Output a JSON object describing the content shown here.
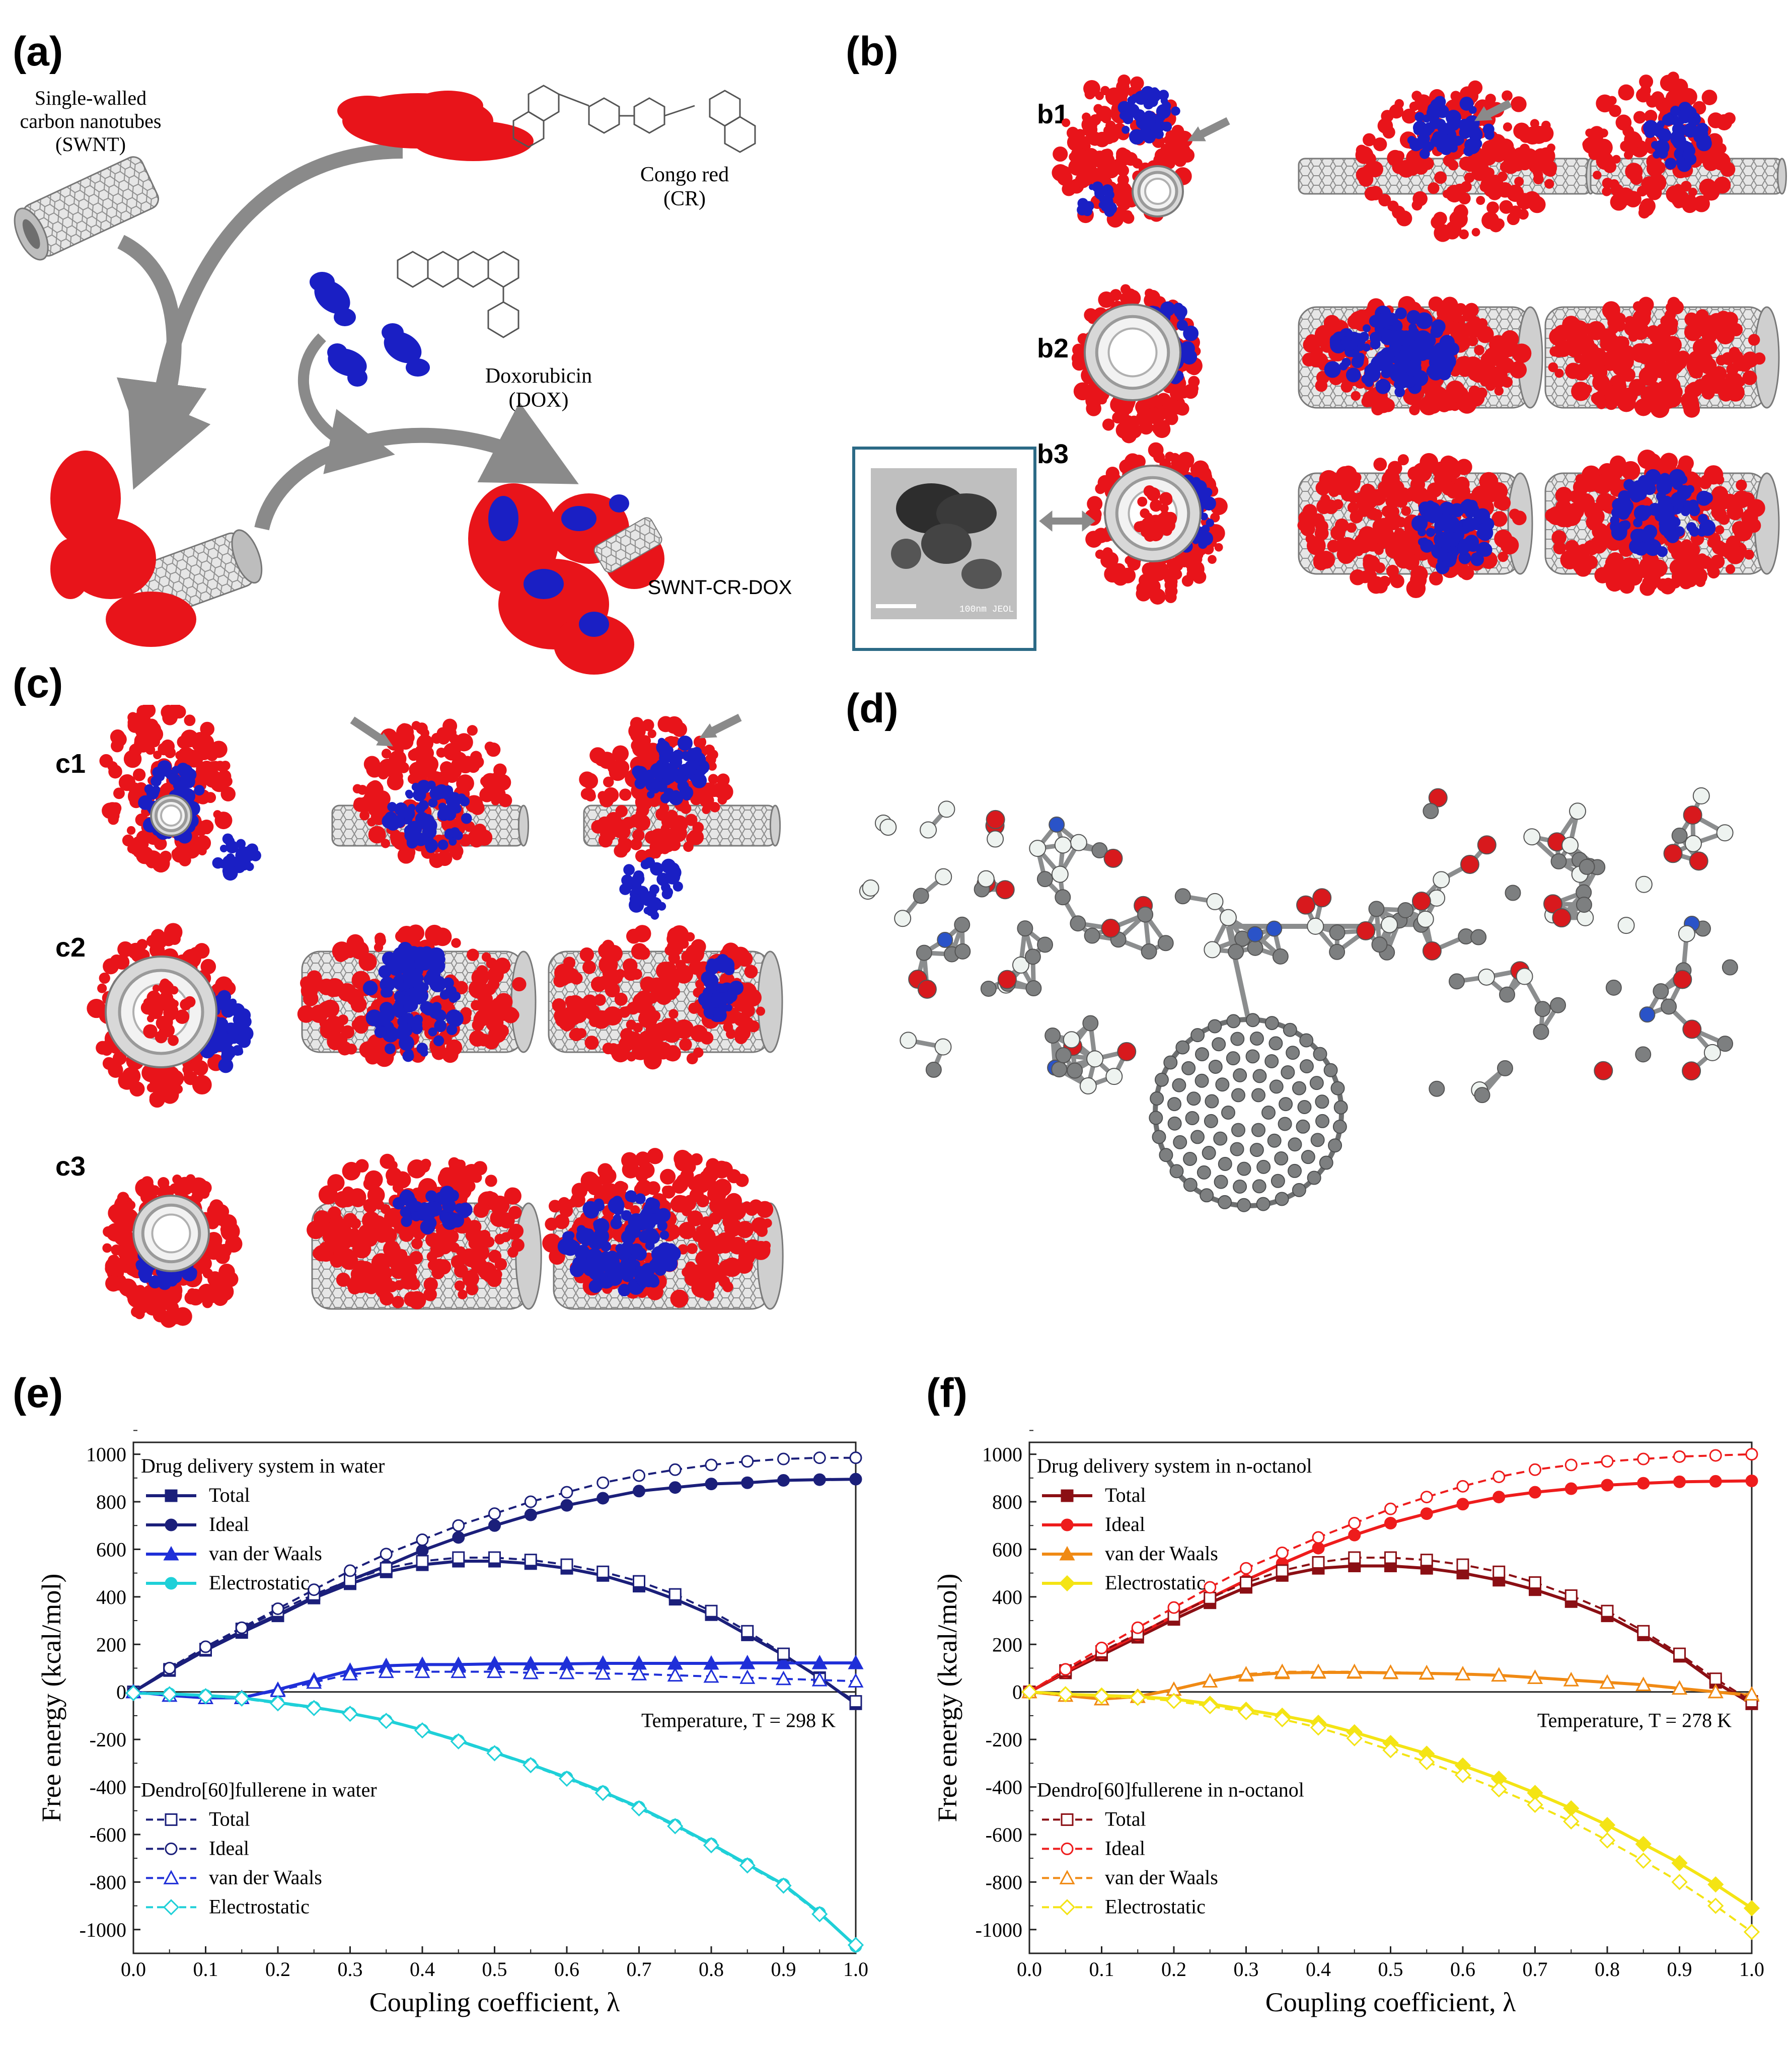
{
  "panels": {
    "a": {
      "label": "(a)",
      "swnt_label": [
        "Single-walled",
        "carbon nanotubes",
        "(SWNT)"
      ],
      "cr_label": [
        "Congo red",
        "(CR)"
      ],
      "dox_label": [
        "Doxorubicin",
        "(DOX)"
      ],
      "product_label": "SWNT-CR-DOX"
    },
    "b": {
      "label": "(b)",
      "rows": [
        "b1",
        "b2",
        "b3"
      ],
      "tem_scale_text": "100nm JEOL"
    },
    "c": {
      "label": "(c)",
      "rows": [
        "c1",
        "c2",
        "c3"
      ]
    },
    "d": {
      "label": "(d)"
    },
    "e": {
      "label": "(e)"
    },
    "f": {
      "label": "(f)"
    }
  },
  "colors": {
    "cr_red": "#e8141a",
    "dox_blue": "#1a1fc4",
    "swnt_grey": "#cfcfcf",
    "arrow_grey": "#8a8a8a",
    "tem_frame": "#2c6a86",
    "atom_carbon": "#7d7f80",
    "atom_oxygen": "#d8191d",
    "atom_nitrogen": "#2a53c8",
    "atom_hydrogen": "#eef3f0"
  },
  "chart_data": [
    {
      "type": "line",
      "panel": "e",
      "xlabel": "Coupling coefficient, λ",
      "ylabel": "Free energy (kcal/mol)",
      "xlim": [
        0.0,
        1.0
      ],
      "ylim": [
        -1100,
        1050
      ],
      "xticks": [
        "0.0",
        "0.1",
        "0.2",
        "0.3",
        "0.4",
        "0.5",
        "0.6",
        "0.7",
        "0.8",
        "0.9",
        "1.0"
      ],
      "yticks": [
        "1000",
        "800",
        "600",
        "400",
        "200",
        "0",
        "-200",
        "-400",
        "-600",
        "-800",
        "-1000"
      ],
      "annotation": "Temperature, T = 298 K",
      "legend_top_title": "Drug delivery system in water",
      "legend_bottom_title": "Dendro[60]fullerene in water",
      "x": [
        0,
        0.05,
        0.1,
        0.15,
        0.2,
        0.25,
        0.3,
        0.35,
        0.4,
        0.45,
        0.5,
        0.55,
        0.6,
        0.65,
        0.7,
        0.75,
        0.8,
        0.85,
        0.9,
        0.95,
        1.0
      ],
      "series": [
        {
          "name": "Total",
          "group": "system",
          "style": "solid",
          "marker": "square",
          "color": "#1b1f7a",
          "values": [
            0,
            90,
            175,
            250,
            320,
            395,
            455,
            505,
            535,
            550,
            550,
            540,
            520,
            490,
            445,
            390,
            325,
            240,
            155,
            60,
            -50
          ]
        },
        {
          "name": "Ideal",
          "group": "system",
          "style": "solid",
          "marker": "circle",
          "color": "#1b1f7a",
          "values": [
            0,
            95,
            180,
            255,
            325,
            400,
            470,
            530,
            595,
            650,
            700,
            745,
            785,
            815,
            845,
            860,
            875,
            880,
            890,
            893,
            895
          ]
        },
        {
          "name": "van der Waals",
          "group": "system",
          "style": "solid",
          "marker": "triangle",
          "color": "#1f2fd8",
          "values": [
            0,
            -15,
            -25,
            -25,
            10,
            50,
            90,
            110,
            115,
            115,
            118,
            118,
            118,
            120,
            120,
            120,
            120,
            122,
            122,
            122,
            122
          ]
        },
        {
          "name": "Electrostatic",
          "group": "system",
          "style": "solid",
          "marker": "circle",
          "color": "#1fd0d8",
          "values": [
            -5,
            -8,
            -15,
            -25,
            -45,
            -65,
            -90,
            -120,
            -160,
            -205,
            -255,
            -305,
            -360,
            -420,
            -485,
            -560,
            -640,
            -725,
            -810,
            -930,
            -1070
          ]
        },
        {
          "name": "Total",
          "group": "dendro",
          "style": "dashed",
          "marker": "open-square",
          "color": "#1b1f7a",
          "values": [
            0,
            95,
            180,
            265,
            340,
            410,
            470,
            520,
            550,
            565,
            565,
            555,
            535,
            505,
            465,
            410,
            340,
            255,
            160,
            55,
            -40
          ]
        },
        {
          "name": "Ideal",
          "group": "dendro",
          "style": "dashed",
          "marker": "open-circle",
          "color": "#1b1f7a",
          "values": [
            0,
            100,
            190,
            270,
            350,
            430,
            510,
            580,
            640,
            700,
            750,
            800,
            840,
            880,
            910,
            935,
            955,
            970,
            980,
            985,
            985
          ]
        },
        {
          "name": "van der Waals",
          "group": "dendro",
          "style": "dashed",
          "marker": "open-triangle",
          "color": "#1f2fd8",
          "values": [
            0,
            -15,
            -25,
            -25,
            5,
            40,
            75,
            85,
            85,
            85,
            85,
            80,
            80,
            78,
            75,
            70,
            65,
            60,
            55,
            50,
            45
          ]
        },
        {
          "name": "Electrostatic",
          "group": "dendro",
          "style": "dashed",
          "marker": "open-diamond",
          "color": "#1fd0d8",
          "values": [
            -5,
            -10,
            -18,
            -28,
            -48,
            -68,
            -92,
            -122,
            -162,
            -208,
            -258,
            -308,
            -365,
            -425,
            -490,
            -565,
            -645,
            -730,
            -815,
            -935,
            -1065
          ]
        }
      ]
    },
    {
      "type": "line",
      "panel": "f",
      "xlabel": "Coupling coefficient, λ",
      "ylabel": "Free energy (kcal/mol)",
      "xlim": [
        0.0,
        1.0
      ],
      "ylim": [
        -1100,
        1050
      ],
      "xticks": [
        "0.0",
        "0.1",
        "0.2",
        "0.3",
        "0.4",
        "0.5",
        "0.6",
        "0.7",
        "0.8",
        "0.9",
        "1.0"
      ],
      "yticks": [
        "1000",
        "800",
        "600",
        "400",
        "200",
        "0",
        "-200",
        "-400",
        "-600",
        "-800",
        "-1000"
      ],
      "annotation": "Temperature, T = 278 K",
      "legend_top_title": "Drug delivery system in n-octanol",
      "legend_bottom_title": "Dendro[60]fullerene in n-octanol",
      "x": [
        0,
        0.05,
        0.1,
        0.15,
        0.2,
        0.25,
        0.3,
        0.35,
        0.4,
        0.45,
        0.5,
        0.55,
        0.6,
        0.65,
        0.7,
        0.75,
        0.8,
        0.85,
        0.9,
        0.95,
        1.0
      ],
      "series": [
        {
          "name": "Total",
          "group": "system",
          "style": "solid",
          "marker": "square",
          "color": "#8b0f14",
          "values": [
            0,
            80,
            155,
            230,
            305,
            375,
            440,
            490,
            520,
            530,
            530,
            520,
            500,
            470,
            430,
            380,
            320,
            240,
            150,
            40,
            -50
          ]
        },
        {
          "name": "Ideal",
          "group": "system",
          "style": "solid",
          "marker": "circle",
          "color": "#ee1c1c",
          "values": [
            0,
            85,
            165,
            240,
            320,
            395,
            470,
            540,
            605,
            660,
            710,
            750,
            790,
            820,
            840,
            855,
            870,
            878,
            884,
            886,
            888
          ]
        },
        {
          "name": "van der Waals",
          "group": "system",
          "style": "solid",
          "marker": "triangle",
          "color": "#f08a14",
          "values": [
            0,
            -15,
            -30,
            -20,
            10,
            45,
            70,
            80,
            82,
            82,
            80,
            78,
            75,
            70,
            60,
            50,
            40,
            30,
            15,
            0,
            -15
          ]
        },
        {
          "name": "Electrostatic",
          "group": "system",
          "style": "solid",
          "marker": "diamond",
          "color": "#f4e414",
          "values": [
            0,
            -10,
            -15,
            -20,
            -30,
            -50,
            -75,
            -100,
            -130,
            -170,
            -215,
            -260,
            -310,
            -365,
            -425,
            -490,
            -560,
            -640,
            -720,
            -810,
            -910
          ]
        },
        {
          "name": "Total",
          "group": "dendro",
          "style": "dashed",
          "marker": "open-square",
          "color": "#8b0f14",
          "values": [
            0,
            90,
            170,
            245,
            320,
            395,
            460,
            510,
            545,
            565,
            565,
            555,
            535,
            505,
            460,
            405,
            340,
            255,
            160,
            55,
            -40
          ]
        },
        {
          "name": "Ideal",
          "group": "dendro",
          "style": "dashed",
          "marker": "open-circle",
          "color": "#ee1c1c",
          "values": [
            0,
            95,
            185,
            270,
            355,
            440,
            520,
            585,
            650,
            710,
            770,
            820,
            865,
            905,
            935,
            955,
            970,
            980,
            990,
            995,
            1000
          ]
        },
        {
          "name": "van der Waals",
          "group": "dendro",
          "style": "dashed",
          "marker": "open-triangle",
          "color": "#f08a14",
          "values": [
            0,
            -15,
            -30,
            -20,
            10,
            45,
            75,
            85,
            85,
            85,
            82,
            80,
            75,
            70,
            60,
            50,
            40,
            30,
            15,
            0,
            -10
          ]
        },
        {
          "name": "Electrostatic",
          "group": "dendro",
          "style": "dashed",
          "marker": "open-diamond",
          "color": "#f4e414",
          "values": [
            0,
            -10,
            -18,
            -25,
            -38,
            -60,
            -85,
            -115,
            -150,
            -195,
            -245,
            -295,
            -350,
            -410,
            -475,
            -545,
            -625,
            -710,
            -800,
            -900,
            -1010
          ]
        }
      ]
    }
  ]
}
